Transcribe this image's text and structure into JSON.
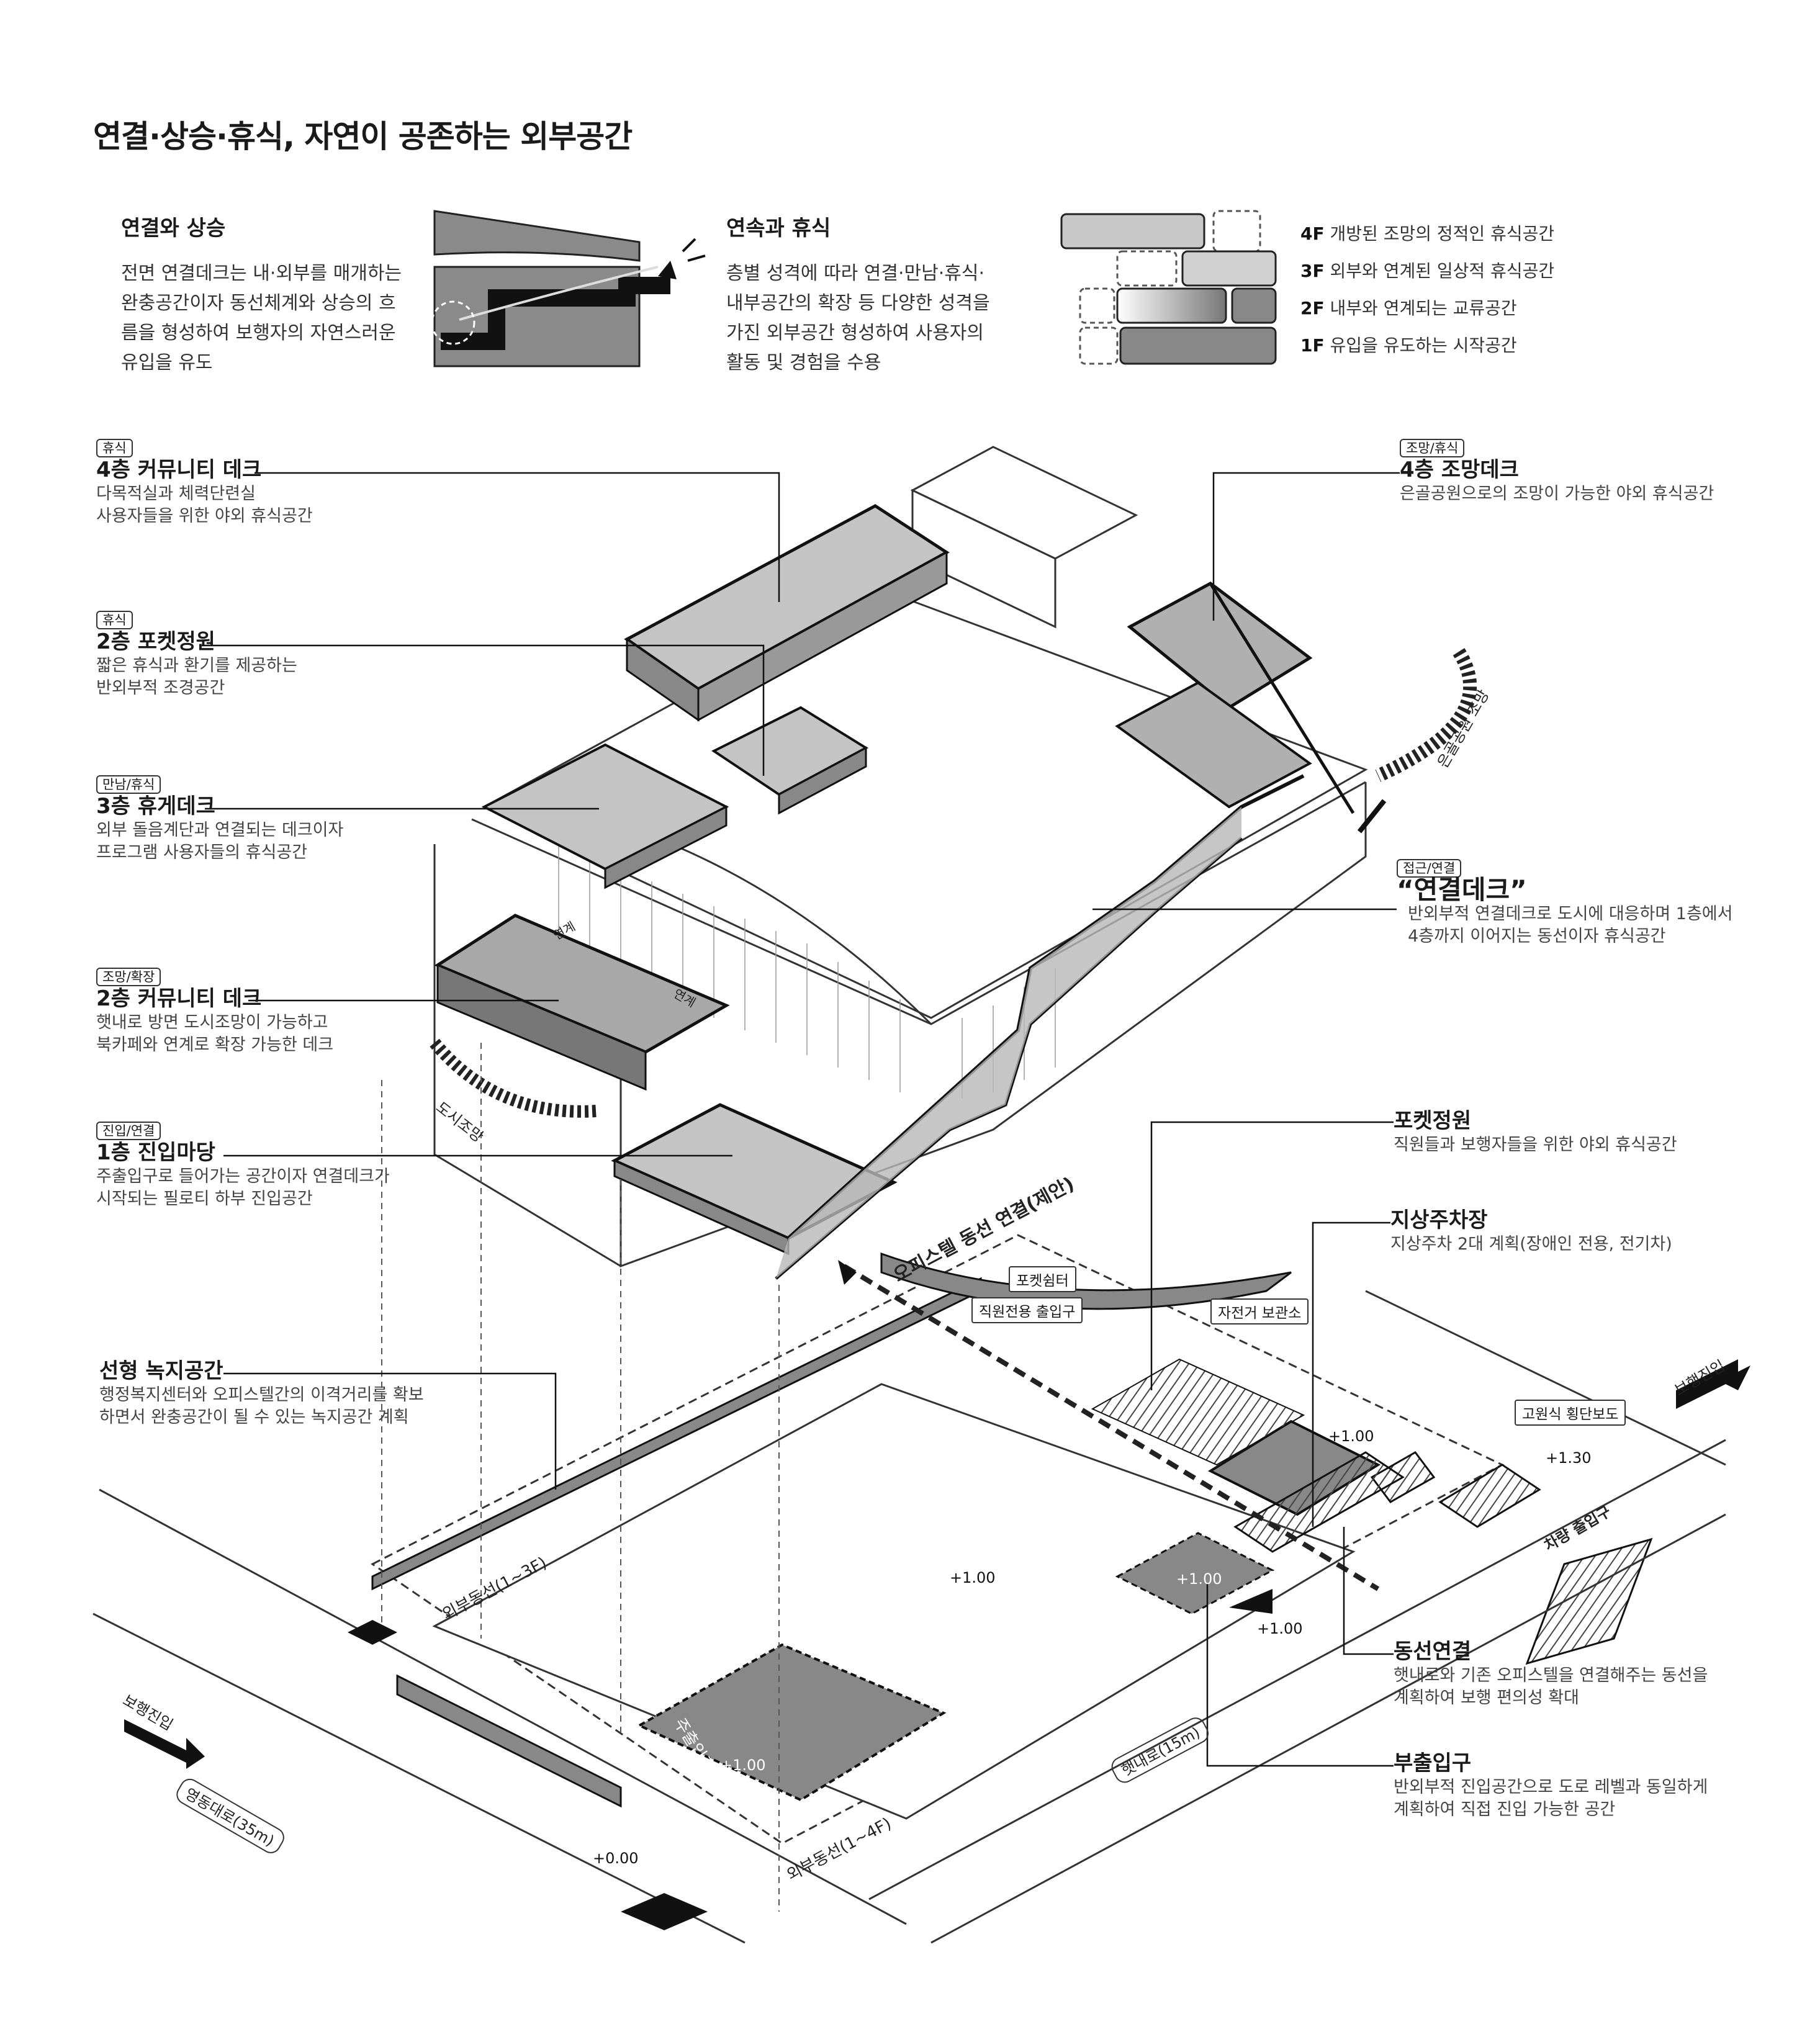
{
  "title": "연결·상승·휴식, 자연이 공존하는 외부공간",
  "intro": {
    "left": {
      "heading": "연결와 상승",
      "body": "전면 연결데크는 내·외부를 매개하는\n완충공간이자 동선체계와 상승의 흐\n름을 형성하여 보행자의 자연스러운\n유입을 유도"
    },
    "right": {
      "heading": "연속과 휴식",
      "body": "층별 성격에 따라 연결·만남·휴식·\n내부공간의 확장 등 다양한 성격을\n가진 외부공간 형성하여 사용자의\n활동 및 경험을 수용"
    }
  },
  "floor_legend": [
    {
      "floor": "4F",
      "text": "개방된 조망의 정적인 휴식공간"
    },
    {
      "floor": "3F",
      "text": "외부와 연계된 일상적 휴식공간"
    },
    {
      "floor": "2F",
      "text": "내부와 연계되는 교류공간"
    },
    {
      "floor": "1F",
      "text": "유입을 유도하는 시작공간"
    }
  ],
  "left_callouts": [
    {
      "tag": "휴식",
      "label": "4층 커뮤니티 데크",
      "desc": "다목적실과 체력단련실\n사용자들을 위한 야외 휴식공간"
    },
    {
      "tag": "휴식",
      "label": "2층 포켓정원",
      "desc": "짧은 휴식과 환기를 제공하는\n반외부적 조경공간"
    },
    {
      "tag": "만남/휴식",
      "label": "3층 휴게데크",
      "desc": "외부 돌음계단과 연결되는 데크이자\n프로그램 사용자들의 휴식공간"
    },
    {
      "tag": "조망/확장",
      "label": "2층 커뮤니티 데크",
      "desc": "햇내로 방면 도시조망이 가능하고\n북카페와 연계로 확장 가능한 데크"
    },
    {
      "tag": "진입/연결",
      "label": "1층 진입마당",
      "desc": "주출입구로 들어가는 공간이자 연결데크가\n시작되는 필로티 하부 진입공간"
    },
    {
      "tag": "",
      "label": "선형 녹지공간",
      "desc": "행정복지센터와 오피스텔간의 이격거리를 확보\n하면서 완충공간이 될 수 있는 녹지공간 계획"
    }
  ],
  "right_callouts": [
    {
      "tag": "조망/휴식",
      "label": "4층 조망데크",
      "desc": "은골공원으로의 조망이 가능한 야외 휴식공간"
    },
    {
      "tag": "접근/연결",
      "label": "“연결데크”",
      "desc": "반외부적 연결데크로 도시에 대응하며 1층에서\n4층까지 이어지는 동선이자 휴식공간"
    },
    {
      "tag": "",
      "label": "포켓정원",
      "desc": "직원들과 보행자들을 위한 야외 휴식공간"
    },
    {
      "tag": "",
      "label": "지상주차장",
      "desc": "지상주차 2대 계획(장애인 전용, 전기차)"
    },
    {
      "tag": "",
      "label": "동선연결",
      "desc": "햇내로와 기존 오피스텔을 연결해주는 동선을\n계획하여 보행 편의성 확대"
    },
    {
      "tag": "",
      "label": "부출입구",
      "desc": "반외부적 진입공간으로 도로 레벨과 동일하게\n계획하여 직접 진입 가능한 공간"
    }
  ],
  "map_labels": {
    "box_pocket": "포켓쉼터",
    "box_staff": "직원전용 출입구",
    "box_bike": "자전거 보관소",
    "box_crosswalk": "고원식 횡단보도",
    "park_view": "은골공원 조망",
    "city_view": "도시조망",
    "link1": "연계",
    "link2": "연계",
    "officetel_link": "오피스텔 동선 연결(제안)",
    "ext_1_3": "외부동선(1~3F)",
    "ext_1_4": "외부동선(1~4F)",
    "main_entry": "주출입구",
    "ped_left": "보행진입",
    "ped_right": "보행진입",
    "car_entry": "차량 출입구",
    "road1": "영동대로(35m)",
    "road2": "햇내로(15m)",
    "lv_000": "+0.00",
    "lv_100_a": "+1.00",
    "lv_100_b": "+1.00",
    "lv_100_c": "+1.00",
    "lv_100_d": "+1.00",
    "lv_100_e": "+1.00",
    "lv_130": "+1.30"
  }
}
